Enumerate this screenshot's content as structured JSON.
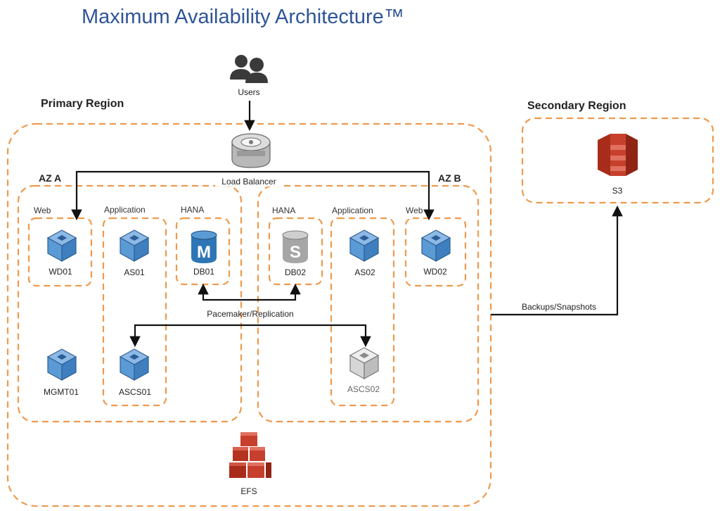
{
  "title": "Maximum Availability Architecture™",
  "regions": {
    "primary": "Primary Region",
    "secondary": "Secondary Region"
  },
  "zones": {
    "az_a": "AZ A",
    "az_b": "AZ B"
  },
  "groups": {
    "web_a": "Web",
    "app_a": "Application",
    "hana_a": "HANA",
    "hana_b": "HANA",
    "app_b": "Application",
    "web_b": "Web"
  },
  "nodes": {
    "users": "Users",
    "load_balancer": "Load Balancer",
    "wd01": "WD01",
    "as01": "AS01",
    "db01": "DB01",
    "db02": "DB02",
    "as02": "AS02",
    "wd02": "WD02",
    "mgmt01": "MGMT01",
    "ascs01": "ASCS01",
    "ascs02": "ASCS02",
    "efs": "EFS",
    "s3": "S3"
  },
  "db_glyphs": {
    "db01": "M",
    "db02": "S"
  },
  "edges": {
    "replication": "Pacemaker/Replication",
    "backups": "Backups/Snapshots"
  },
  "colors": {
    "title": "#2f5597",
    "dash": "#ee9a4d",
    "cube_active": "#5b9bd5",
    "cube_standby": "#d0d0d0",
    "db_primary": "#2e75b6",
    "db_secondary": "#a6a6a6",
    "aws_red": "#c7402d"
  },
  "icons": {
    "users": "users-icon",
    "load_balancer": "load-balancer-icon",
    "instance": "ec2-instance-icon",
    "database": "database-icon",
    "efs": "efs-icon",
    "s3": "s3-bucket-icon"
  }
}
